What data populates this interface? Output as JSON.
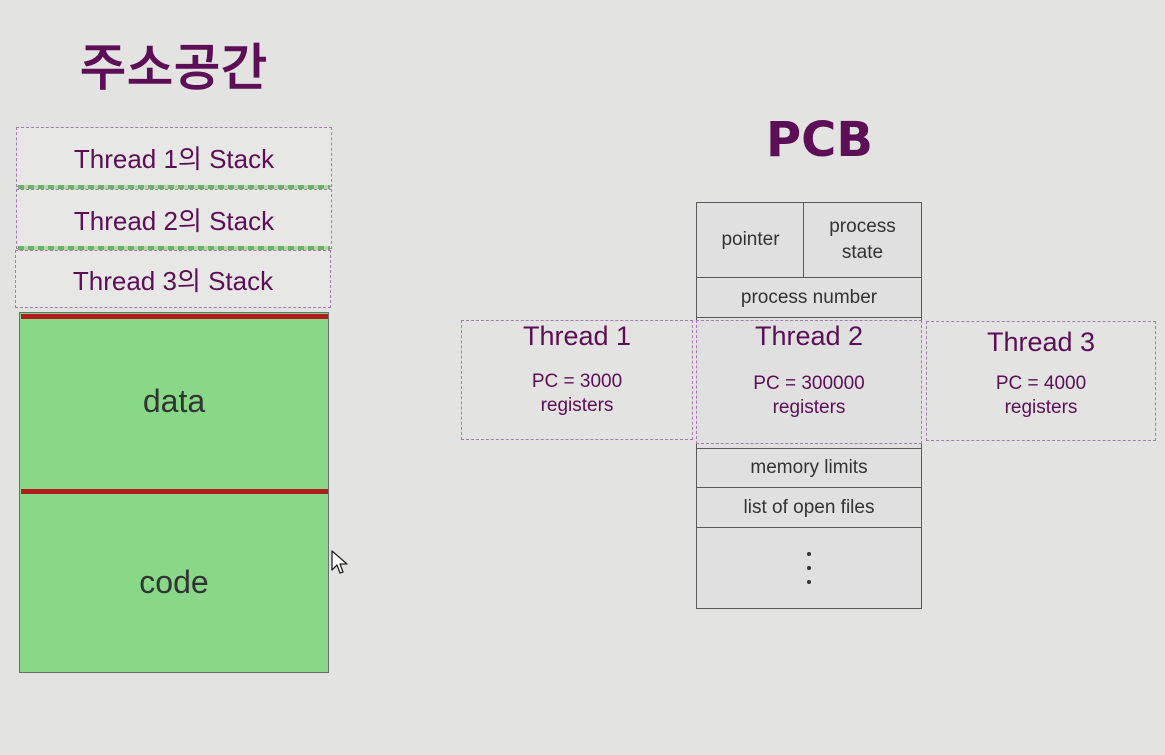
{
  "address_space": {
    "title": "주소공간",
    "stacks": [
      "Thread 1의 Stack",
      "Thread 2의 Stack",
      "Thread 3의 Stack"
    ],
    "data_label": "data",
    "code_label": "code"
  },
  "pcb": {
    "title": "PCB",
    "pointer": "pointer",
    "process_state": "process state",
    "process_number": "process number",
    "memory_limits": "memory limits",
    "open_files": "list of open files"
  },
  "threads": [
    {
      "title": "Thread 1",
      "pc": "PC = 3000",
      "registers": "registers"
    },
    {
      "title": "Thread 2",
      "pc": "PC =  300000",
      "registers": "registers"
    },
    {
      "title": "Thread 3",
      "pc": "PC =  4000",
      "registers": "registers"
    }
  ],
  "colors": {
    "title": "#5c0e57",
    "segment_fill": "#88d888",
    "segment_divider": "#b01d1d",
    "thread_border": "#a77ab1"
  }
}
